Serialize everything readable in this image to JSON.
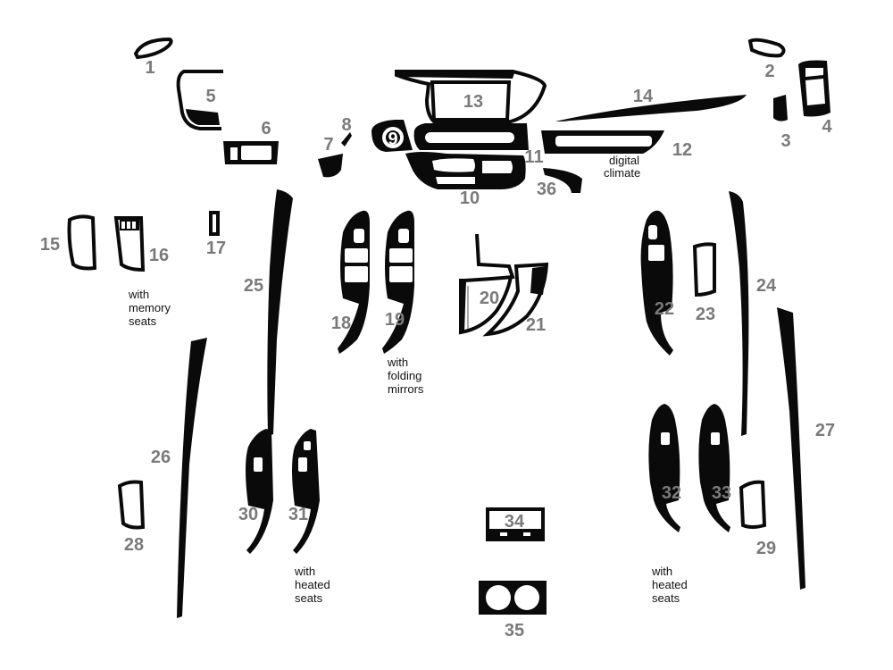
{
  "parts": [
    {
      "id": "1",
      "label": "1"
    },
    {
      "id": "2",
      "label": "2"
    },
    {
      "id": "3",
      "label": "3"
    },
    {
      "id": "4",
      "label": "4"
    },
    {
      "id": "5",
      "label": "5"
    },
    {
      "id": "6",
      "label": "6"
    },
    {
      "id": "7",
      "label": "7"
    },
    {
      "id": "8",
      "label": "8"
    },
    {
      "id": "9",
      "label": "9"
    },
    {
      "id": "10",
      "label": "10"
    },
    {
      "id": "11",
      "label": "11"
    },
    {
      "id": "12",
      "label": "12"
    },
    {
      "id": "13",
      "label": "13"
    },
    {
      "id": "14",
      "label": "14"
    },
    {
      "id": "15",
      "label": "15"
    },
    {
      "id": "16",
      "label": "16"
    },
    {
      "id": "17",
      "label": "17"
    },
    {
      "id": "18",
      "label": "18"
    },
    {
      "id": "19",
      "label": "19"
    },
    {
      "id": "20",
      "label": "20"
    },
    {
      "id": "21",
      "label": "21"
    },
    {
      "id": "22",
      "label": "22"
    },
    {
      "id": "23",
      "label": "23"
    },
    {
      "id": "24",
      "label": "24"
    },
    {
      "id": "25",
      "label": "25"
    },
    {
      "id": "26",
      "label": "26"
    },
    {
      "id": "27",
      "label": "27"
    },
    {
      "id": "28",
      "label": "28"
    },
    {
      "id": "29",
      "label": "29"
    },
    {
      "id": "30",
      "label": "30"
    },
    {
      "id": "31",
      "label": "31"
    },
    {
      "id": "32",
      "label": "32"
    },
    {
      "id": "33",
      "label": "33"
    },
    {
      "id": "34",
      "label": "34"
    },
    {
      "id": "35",
      "label": "35"
    },
    {
      "id": "36",
      "label": "36"
    }
  ],
  "notes": {
    "digital_climate": [
      "digital",
      "climate"
    ],
    "memory_seats": [
      "with",
      "memory",
      "seats"
    ],
    "folding_mirrors": [
      "with",
      "folding",
      "mirrors"
    ],
    "heated_seats_left": [
      "with",
      "heated",
      "seats"
    ],
    "heated_seats_right": [
      "with",
      "heated",
      "seats"
    ]
  },
  "colors": {
    "part_fill": "#0a0a0a",
    "number_text": "#7a7a7a",
    "note_text": "#111111",
    "background": "#ffffff"
  }
}
